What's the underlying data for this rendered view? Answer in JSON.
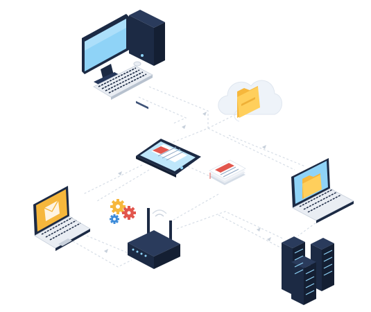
{
  "diagram": {
    "colors": {
      "navy": "#1c2a44",
      "navy_dark": "#141f33",
      "screen_blue": "#8fd3f7",
      "screen_light": "#bfe7fb",
      "keyboard": "#e9edf3",
      "folder": "#f6b73c",
      "cloud": "#eef3f9",
      "gear_orange": "#f08a24",
      "gear_red": "#e2564d",
      "gear_blue": "#3d8bd9",
      "accent_red": "#e2564d",
      "connection": "#d6dde6"
    },
    "nodes": [
      {
        "id": "desktop",
        "icon": "desktop-computer-icon"
      },
      {
        "id": "cloud",
        "icon": "cloud-folder-icon"
      },
      {
        "id": "tablet",
        "icon": "tablet-icon"
      },
      {
        "id": "documents",
        "icon": "document-stack-icon"
      },
      {
        "id": "laptop-left",
        "icon": "laptop-mail-icon"
      },
      {
        "id": "gears",
        "icon": "gears-icon"
      },
      {
        "id": "router",
        "icon": "wifi-router-icon"
      },
      {
        "id": "laptop-right",
        "icon": "laptop-folder-icon"
      },
      {
        "id": "servers",
        "icon": "server-racks-icon"
      }
    ]
  }
}
